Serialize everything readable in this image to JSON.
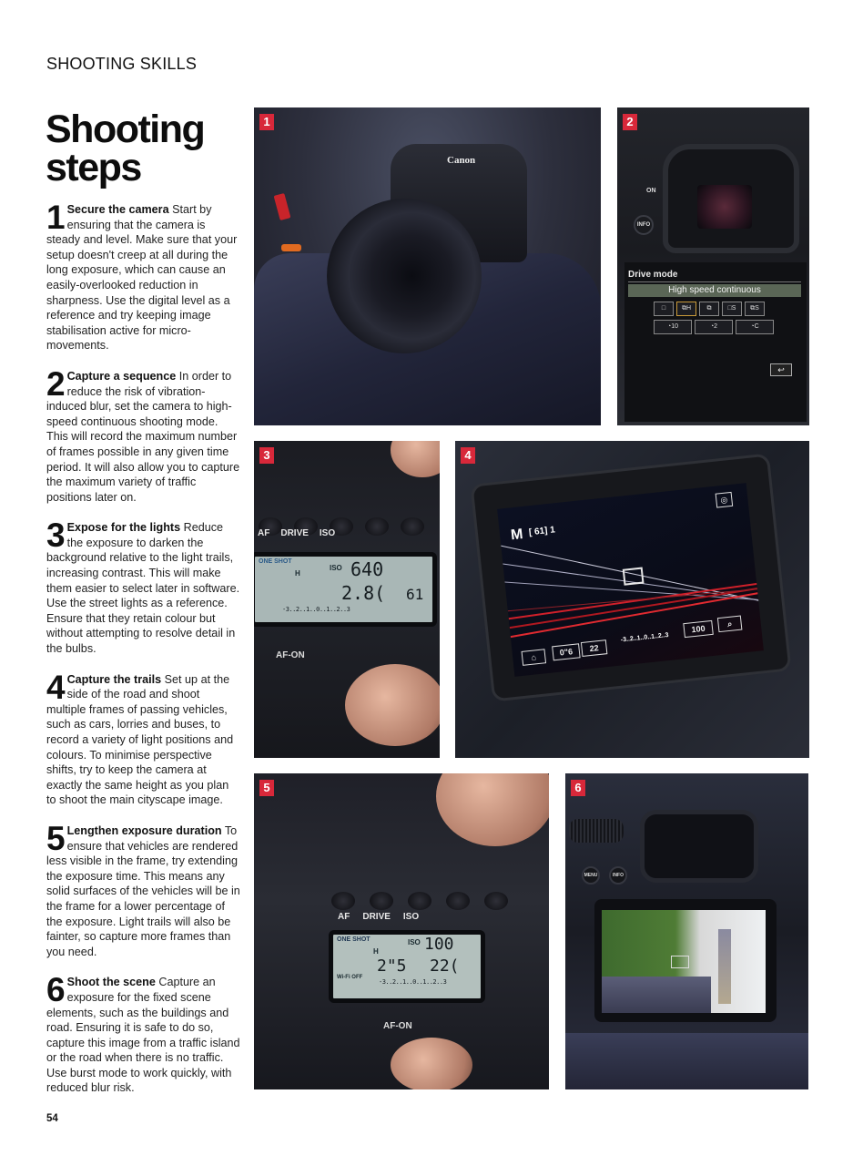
{
  "header": {
    "section_label": "SHOOTING SKILLS",
    "title_line1": "Shooting",
    "title_line2": "steps"
  },
  "steps": [
    {
      "number": "1",
      "title": "Secure the camera",
      "body": " Start by ensuring that the camera is steady and level. Make sure that your setup doesn't creep at all during the long exposure, which can cause an easily-overlooked reduction in sharpness. Use the digital level as a reference and try keeping image stabilisation active for micro-movements."
    },
    {
      "number": "2",
      "title": "Capture a sequence",
      "body": " In order to reduce the risk of vibration-induced blur, set the camera to high-speed continuous shooting mode. This will record the maximum number of frames possible in any given time period. It will also allow you to capture the maximum variety of traffic positions later on."
    },
    {
      "number": "3",
      "title": "Expose for the lights",
      "body": " Reduce the exposure to darken the background relative to the light trails, increasing contrast. This will make them easier to select later in software. Use the street lights as a reference. Ensure that they retain colour but without attempting to resolve detail in the bulbs."
    },
    {
      "number": "4",
      "title": "Capture the trails",
      "body": " Set up at the side of the road and shoot multiple frames of passing vehicles, such as cars, lorries and buses, to record a variety of light positions and colours. To minimise perspective shifts, try to keep the camera at exactly the same height as you plan to shoot the main cityscape image."
    },
    {
      "number": "5",
      "title": "Lengthen exposure duration",
      "body": " To ensure that vehicles are rendered less visible in the frame, try extending the exposure time. This means any solid surfaces of the vehicles will be in the frame for a lower percentage of the exposure. Light trails will also be fainter, so capture more frames than you need."
    },
    {
      "number": "6",
      "title": "Shoot the scene",
      "body": " Capture an exposure for the fixed scene elements, such as the buildings and road. Ensuring it is safe to do so, capture this image from a traffic island or the road when there is no traffic. Use burst mode to work quickly, with reduced blur risk."
    }
  ],
  "page_number": "54",
  "accent_color": "#d8283a",
  "photos": [
    {
      "badge": "1",
      "brand": "Canon"
    },
    {
      "badge": "2",
      "on_label": "ON",
      "info_label": "INFO",
      "menu_title": "Drive mode",
      "selected_option": "High speed continuous",
      "row1_icons": [
        "single-shot-icon",
        "high-speed-continuous-icon",
        "low-speed-continuous-icon",
        "silent-single-icon",
        "silent-continuous-icon"
      ],
      "row1_glyphs": [
        "□",
        "⧉H",
        "⧉",
        "□S",
        "⧉S"
      ],
      "row2_glyphs": [
        "◔10",
        "◔2",
        "◔C"
      ],
      "back_glyph": "↩"
    },
    {
      "badge": "3",
      "buttons": [
        "AF",
        "DRIVE",
        "ISO"
      ],
      "lcd": {
        "af_mode": "ONE SHOT",
        "drive": "H",
        "iso_label": "ISO",
        "iso_value": "640",
        "aperture": "2.8(",
        "shots": "61",
        "scale": "-3..2..1..0..1..2..3"
      },
      "af_on_label": "AF-ON"
    },
    {
      "badge": "4",
      "mode": "M",
      "shots_remaining": "[ 61] 1",
      "shutter": "0\"6",
      "aperture": "22",
      "scale": "-3..2..1..0..1..2..3",
      "iso": "100"
    },
    {
      "badge": "5",
      "buttons": [
        "AF",
        "DRIVE",
        "ISO"
      ],
      "lcd": {
        "af_mode": "ONE SHOT",
        "drive": "H",
        "iso_label": "ISO",
        "iso_value": "100",
        "shutter": "2\"5",
        "aperture": "22(",
        "wifi": "Wi-Fi OFF",
        "scale": "-3..2..1..0..1..2..3"
      },
      "af_on_label": "AF-ON"
    },
    {
      "badge": "6",
      "menu_label": "MENU",
      "info_label": "INFO"
    }
  ]
}
